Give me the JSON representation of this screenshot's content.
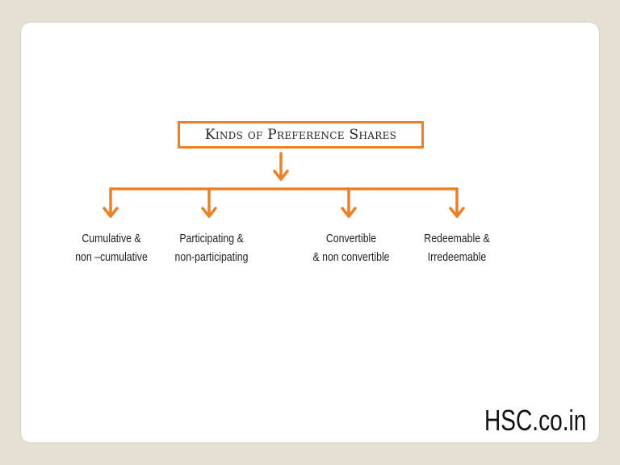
{
  "diagram": {
    "title": "Kinds of Preference Shares",
    "branches": [
      {
        "line1": "Cumulative &",
        "line2": "non –cumulative"
      },
      {
        "line1": "Participating &",
        "line2": "non-participating"
      },
      {
        "line1": "Convertible",
        "line2": "& non convertible"
      },
      {
        "line1": "Redeemable &",
        "line2": "Irredeemable"
      }
    ],
    "accent_color": "#e8822a"
  },
  "watermark": "HSC.co.in"
}
